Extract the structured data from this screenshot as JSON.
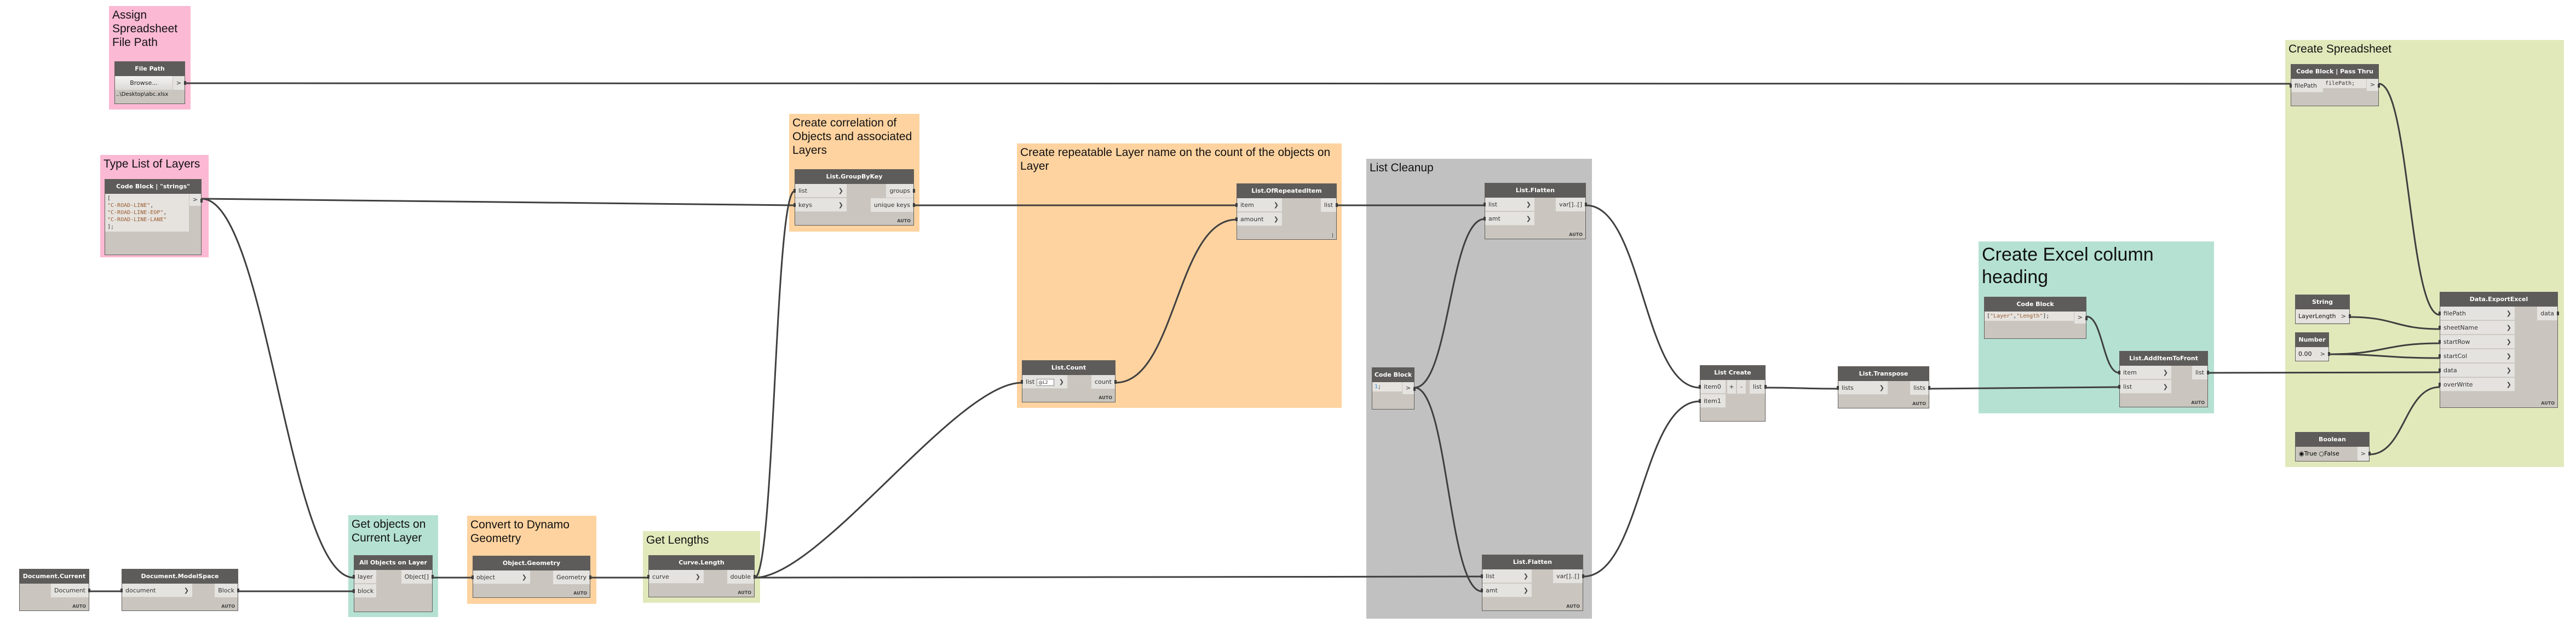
{
  "groups": {
    "assign": {
      "title": "Assign Spreadsheet File Path",
      "color": "#fbb9d3"
    },
    "layers": {
      "title": "Type List of Layers",
      "color": "#fbb9d3"
    },
    "get_objects": {
      "title": "Get objects on Current Layer",
      "color": "#b5e1d3"
    },
    "convert": {
      "title": "Convert to Dynamo Geometry",
      "color": "#fed3a0"
    },
    "lengths": {
      "title": "Get Lengths",
      "color": "#e1e9bb"
    },
    "correlation": {
      "title": "Create correlation of Objects and associated Layers",
      "color": "#fed3a0"
    },
    "repeatable": {
      "title": "Create repeatable Layer name on the count of the objects on Layer",
      "color": "#fed3a0"
    },
    "cleanup": {
      "title": "List Cleanup",
      "color": "#c1c1c1"
    },
    "excel_heading": {
      "title": "Create Excel column heading",
      "color": "#b5e1d3"
    },
    "spreadsheet": {
      "title": "Create Spreadsheet",
      "color": "#e1e9bb"
    }
  },
  "nodes": {
    "file_path": {
      "title": "File Path",
      "button": "Browse...",
      "outputs": [
        ">"
      ],
      "path": "..\\Desktop\\abc.xlsx"
    },
    "layers_code": {
      "title": "Code Block | \"strings\"",
      "code": [
        "[",
        "\"C-ROAD-LINE\",",
        "\"C-ROAD-LINE-EOP\",",
        "\"C-ROAD-LINE-LANE\"",
        "];"
      ],
      "outputs": [
        ">"
      ]
    },
    "doc_current": {
      "title": "Document.Current",
      "inputs": [],
      "outputs": [
        "Document"
      ],
      "lacing": "AUTO"
    },
    "model_space": {
      "title": "Document.ModelSpace",
      "inputs": [
        "document"
      ],
      "outputs": [
        "Block"
      ],
      "lacing": "AUTO"
    },
    "all_objects": {
      "title": "All Objects on Layer",
      "inputs": [
        "layer",
        "block"
      ],
      "outputs": [
        "Object[]"
      ]
    },
    "object_geometry": {
      "title": "Object.Geometry",
      "inputs": [
        "object"
      ],
      "outputs": [
        "Geometry"
      ],
      "lacing": "AUTO"
    },
    "curve_length": {
      "title": "Curve.Length",
      "inputs": [
        "curve"
      ],
      "outputs": [
        "double"
      ],
      "lacing": "AUTO"
    },
    "group_by_key": {
      "title": "List.GroupByKey",
      "inputs": [
        "list",
        "keys"
      ],
      "outputs": [
        "groups",
        "unique keys"
      ],
      "lacing": "AUTO"
    },
    "list_count": {
      "title": "List.Count",
      "inputs": [
        "list"
      ],
      "level": "@L2",
      "outputs": [
        "count"
      ],
      "lacing": "AUTO"
    },
    "repeated_item": {
      "title": "List.OfRepeatedItem",
      "inputs": [
        "item",
        "amount"
      ],
      "outputs": [
        "list"
      ],
      "lacing": "|"
    },
    "flatten_top": {
      "title": "List.Flatten",
      "inputs": [
        "list",
        "amt"
      ],
      "outputs": [
        "var[]..[]"
      ],
      "lacing": "AUTO"
    },
    "code_one": {
      "title": "Code Block",
      "code": [
        "1;"
      ],
      "outputs": [
        ">"
      ]
    },
    "flatten_bottom": {
      "title": "List.Flatten",
      "inputs": [
        "list",
        "amt"
      ],
      "outputs": [
        "var[]..[]"
      ],
      "lacing": "AUTO"
    },
    "list_create": {
      "title": "List Create",
      "inputs": [
        "item0",
        "item1"
      ],
      "add": "+",
      "remove": "-",
      "outputs": [
        "list"
      ]
    },
    "transpose": {
      "title": "List.Transpose",
      "inputs": [
        "lists"
      ],
      "outputs": [
        "lists"
      ],
      "lacing": "AUTO"
    },
    "header_code": {
      "title": "Code Block",
      "code": [
        "[\"Layer\",\"Length\"];"
      ],
      "outputs": [
        ">"
      ]
    },
    "add_front": {
      "title": "List.AddItemToFront",
      "inputs": [
        "item",
        "list"
      ],
      "outputs": [
        "list"
      ],
      "lacing": "AUTO"
    },
    "pass_thru": {
      "title": "Code Block | Pass Thru",
      "inputs": [
        "filePath"
      ],
      "code": [
        "filePath;"
      ],
      "outputs": [
        ">"
      ]
    },
    "string_node": {
      "title": "String",
      "value": "LayerLength",
      "outputs": [
        ">"
      ]
    },
    "number_node": {
      "title": "Number",
      "value": "0.00",
      "outputs": [
        ">"
      ]
    },
    "boolean_node": {
      "title": "Boolean",
      "true_label": "True",
      "false_label": "False",
      "selected": "True",
      "outputs": [
        ">"
      ]
    },
    "export_excel": {
      "title": "Data.ExportExcel",
      "inputs": [
        "filePath",
        "sheetName",
        "startRow",
        "startCol",
        "data",
        "overWrite"
      ],
      "outputs": [
        "data"
      ],
      "lacing": "AUTO"
    }
  }
}
